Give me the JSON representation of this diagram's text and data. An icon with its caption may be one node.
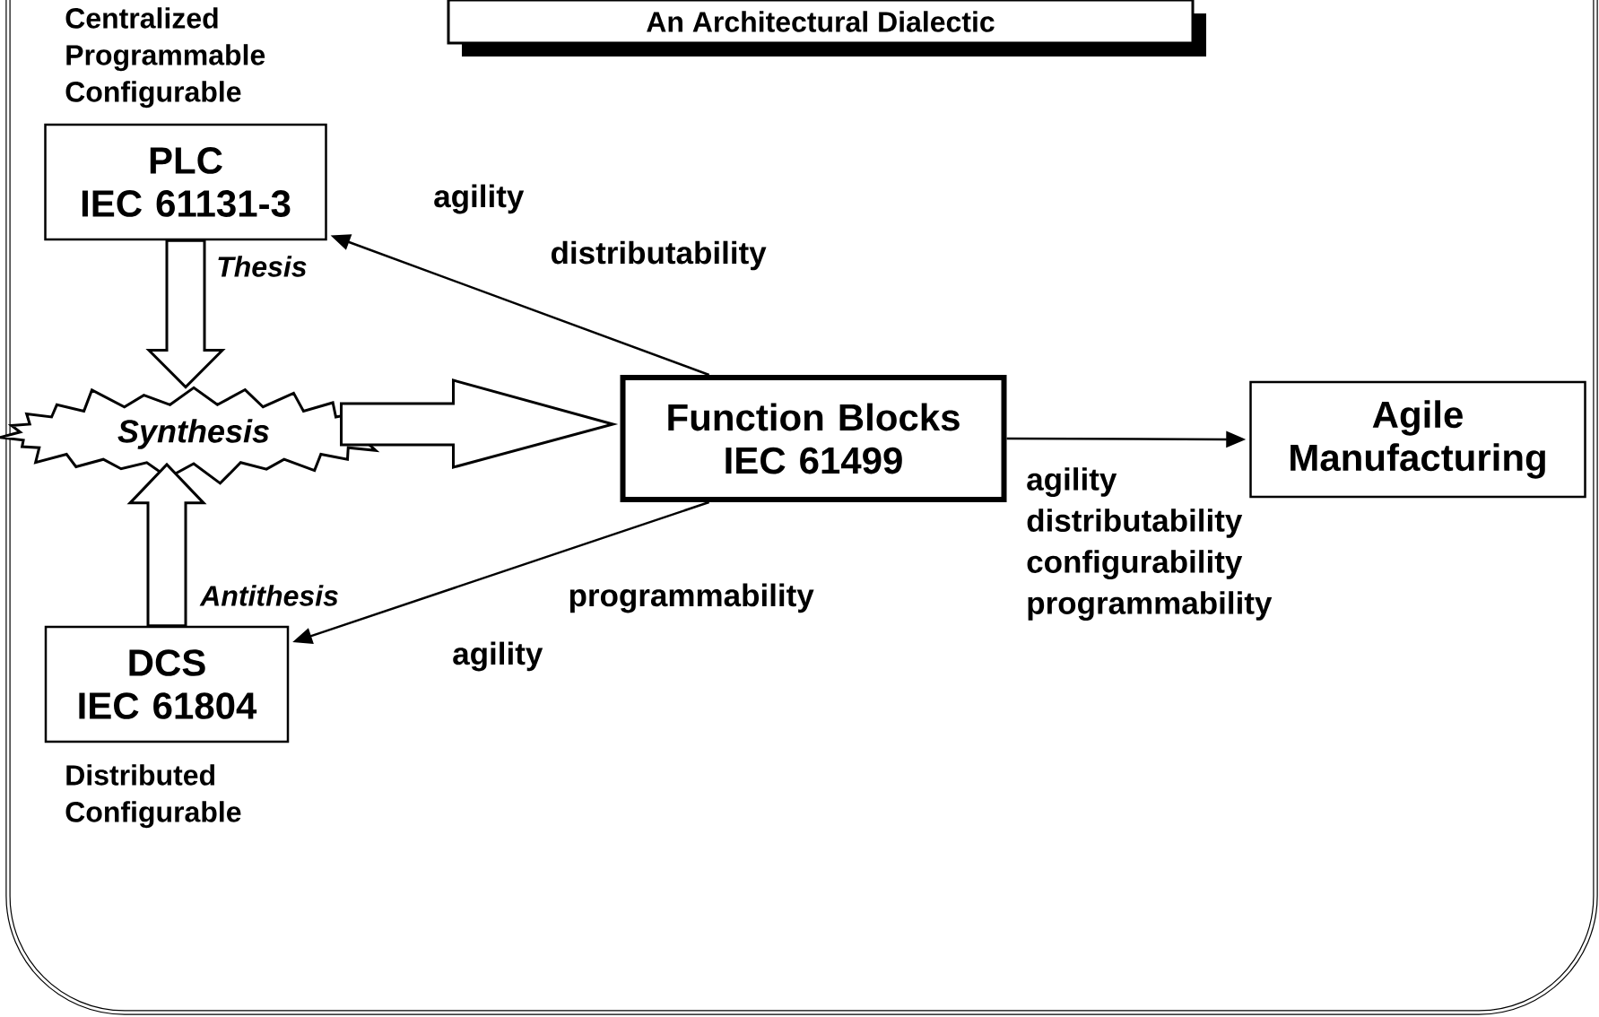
{
  "diagram": {
    "title": "An Architectural Dialectic",
    "nodes": [
      {
        "text": [
          "PLC",
          "IEC 61131-3"
        ],
        "beside": [
          "Centralized Programmable Configurable"
        ]
      },
      {
        "text": [
          "Synthesis"
        ]
      },
      {
        "text": [
          "Function Blocks",
          "IEC 61499"
        ]
      },
      {
        "text": [
          "Agile Manufacturing"
        ]
      },
      {
        "text": [
          "DCS",
          "IEC 61804"
        ],
        "beside": [
          "Distributed Configurable"
        ]
      }
    ],
    "edges": [
      {
        "from": 2,
        "to": 0,
        "arrow": "to",
        "label": "agility"
      },
      {
        "from": 0,
        "to": 1,
        "arrow": "to",
        "style": "thick",
        "label": "Thesis"
      },
      {
        "from": 1,
        "to": 2,
        "arrow": "to",
        "style": "thick"
      },
      {
        "from": 2,
        "to": 3,
        "arrow": "to",
        "label": "agility distributability configurability programmability"
      },
      {
        "from": 4,
        "to": 1,
        "arrow": "to",
        "style": "thick",
        "label": "Antithesis"
      },
      {
        "from": 2,
        "to": 4,
        "arrow": "to",
        "label": "agility"
      }
    ],
    "labels": [
      "distributability",
      "programmability"
    ]
  }
}
